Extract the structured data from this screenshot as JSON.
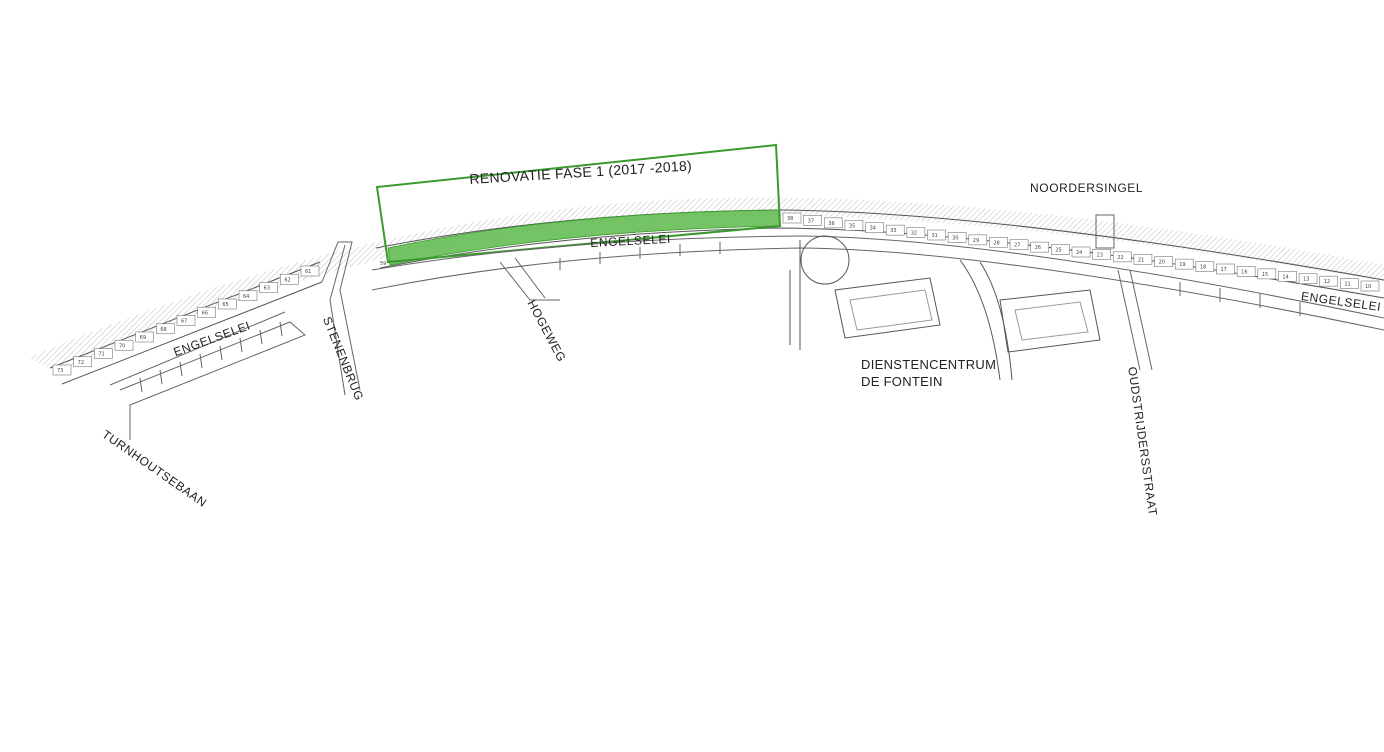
{
  "map": {
    "phase_label": "RENOVATIE FASE 1 (2017 -2018)",
    "phase_color": "#3a9a2e",
    "phase_fill": "#5cb84a",
    "streets": {
      "engelselei_left": "ENGELSELEI",
      "engelselei_center": "ENGELSELEI",
      "engelselei_right": "ENGELSELEI",
      "stenenbrug": "STENENBRUG",
      "hogeweg": "HOGEWEG",
      "turnhoutsebaan": "TURNHOUTSEBAAN",
      "noordersingel": "NOORDERSINGEL",
      "oudstrijdersstraat": "OUDSTRIJDERSSTRAAT"
    },
    "places": {
      "dienstencentrum_line1": "DIENSTENCENTRUM",
      "dienstencentrum_line2": "DE FONTEIN"
    },
    "house_numbers_left": [
      "73",
      "72",
      "71",
      "70",
      "69",
      "68",
      "67",
      "66",
      "65",
      "64",
      "63",
      "62",
      "61"
    ],
    "house_numbers_right": [
      "38",
      "37",
      "36",
      "35",
      "34",
      "33",
      "32",
      "31",
      "30",
      "29",
      "28",
      "27",
      "26",
      "25",
      "24",
      "23",
      "22",
      "21",
      "20",
      "19",
      "18",
      "17",
      "16",
      "15",
      "14",
      "13",
      "12",
      "11",
      "10"
    ],
    "house_number_start": "59"
  }
}
